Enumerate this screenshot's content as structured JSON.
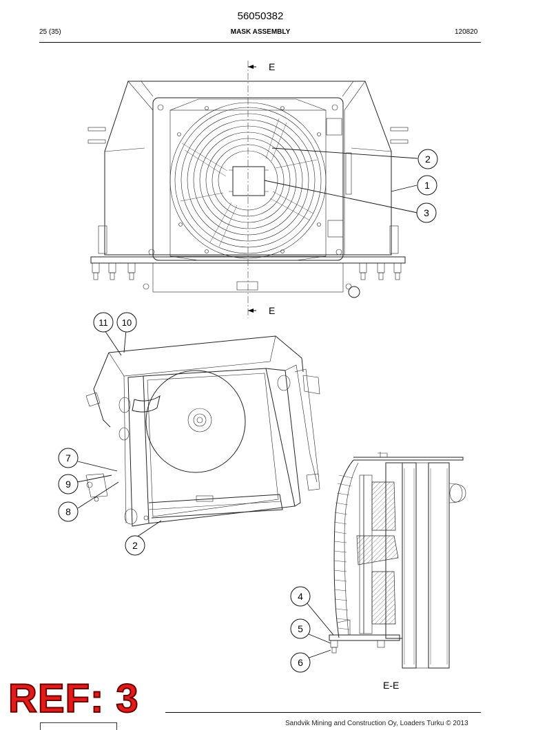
{
  "header": {
    "document_number": "56050382",
    "page_index": "25 (35)",
    "title": "MASK ASSEMBLY",
    "date_code": "120820"
  },
  "section_marks": {
    "top": "E",
    "bottom": "E",
    "section_label": "E-E"
  },
  "callouts": [
    "1",
    "2",
    "3",
    "2",
    "4",
    "5",
    "6",
    "7",
    "8",
    "9",
    "10",
    "11"
  ],
  "stamp": {
    "text": "REF: 3",
    "color": "#e11a1a"
  },
  "footer": {
    "copyright": "Sandvik Mining and Construction Oy, Loaders Turku © 2013"
  }
}
